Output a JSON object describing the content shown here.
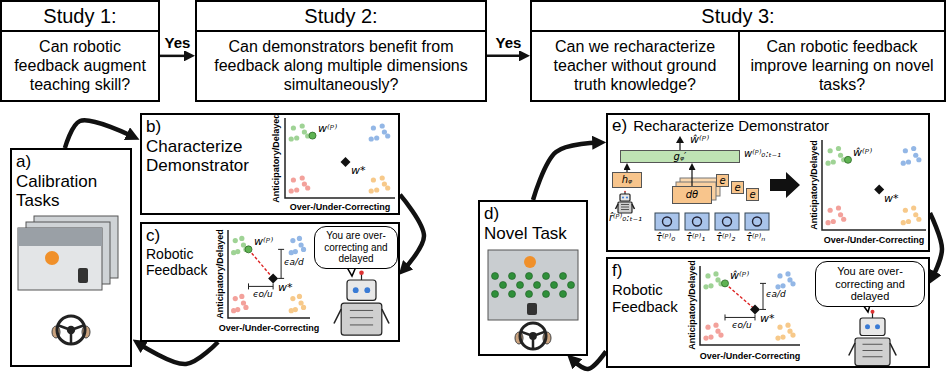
{
  "diagram": {
    "nodes": [
      {
        "text": [
          "Study 1:",
          "Can robotic feedback augment teaching skill?"
        ]
      },
      {
        "text": [
          "Study 2:",
          "Can demonstrators benefit from feedback along multiple dimensions simultaneously?"
        ]
      },
      {
        "text": [
          "Study 3:"
        ]
      },
      {
        "text": [
          "Can we recharacterize teacher without ground truth knowledge?"
        ],
        "in": 2
      },
      {
        "text": [
          "Can robotic feedback improve learning on novel tasks?"
        ],
        "in": 2
      },
      {
        "text": [
          "a)",
          "Calibration Tasks"
        ]
      },
      {
        "text": [
          "b)",
          "Characterize Demonstrator"
        ]
      },
      {
        "text": [
          "c)",
          "Robotic Feedback"
        ]
      },
      {
        "text": [
          "You are over-correcting and delayed"
        ],
        "in": 7
      },
      {
        "text": [
          "d)",
          "Novel Task"
        ]
      },
      {
        "text": [
          "e)",
          "Recharacterize Demonstrator"
        ]
      },
      {
        "text": [
          "gᵩ′"
        ],
        "in": 10
      },
      {
        "text": [
          "hᵩ"
        ],
        "in": 10
      },
      {
        "text": [
          "dθ"
        ],
        "in": 10
      },
      {
        "text": [
          "e"
        ],
        "in": 10
      },
      {
        "text": [
          "e"
        ],
        "in": 10
      },
      {
        "text": [
          "e"
        ],
        "in": 10
      },
      {
        "text": [
          "f)",
          "Robotic Feedback"
        ]
      },
      {
        "text": [
          "You are over-correcting and delayed"
        ],
        "in": 17
      }
    ],
    "edges": [
      {
        "from": 0,
        "to": 1,
        "arrow": "to",
        "label": "Yes"
      },
      {
        "from": 1,
        "to": 2,
        "arrow": "to",
        "label": "Yes"
      },
      {
        "from": 5,
        "to": 6,
        "arrow": "to"
      },
      {
        "from": 6,
        "to": 7,
        "arrow": "to"
      },
      {
        "from": 7,
        "to": 5,
        "arrow": "to"
      },
      {
        "from": 9,
        "to": 10,
        "arrow": "to"
      },
      {
        "from": 10,
        "to": 17,
        "arrow": "to"
      },
      {
        "from": 17,
        "to": 9,
        "arrow": "to"
      },
      {
        "from": 12,
        "to": 11,
        "arrow": "to"
      },
      {
        "from": 13,
        "to": 11,
        "arrow": "to"
      }
    ],
    "labels": [
      "Over-/Under-Correcting",
      "Anticipatory/Delayed",
      "w⁽ᵖ⁾",
      "w*",
      "Anticipatory/Delayed",
      "Over-/Under-Correcting",
      "w⁽ᵖ⁾",
      "w*",
      "ϵa/d",
      "ϵo/u",
      "ŵ⁽ᵖ⁾",
      "r̂⁽ᵖ⁾₀:ₜ₋₁",
      "w⁽ᵖ⁾₀:ₜ₋₁",
      "τ̂⁽ᵖ⁾₀",
      "τ̂⁽ᵖ⁾₁",
      "τ̂⁽ᵖ⁾₂",
      "τ̂⁽ᵖ⁾ₙ",
      "Anticipatory/Delayed",
      "Over-/Under-Correcting",
      "ŵ⁽ᵖ⁾",
      "w*",
      "Anticipatory/Delayed",
      "Over-/Under-Correcting",
      "ŵ⁽ᵖ⁾",
      "w*",
      "ϵa/d",
      "ϵo/u"
    ]
  }
}
